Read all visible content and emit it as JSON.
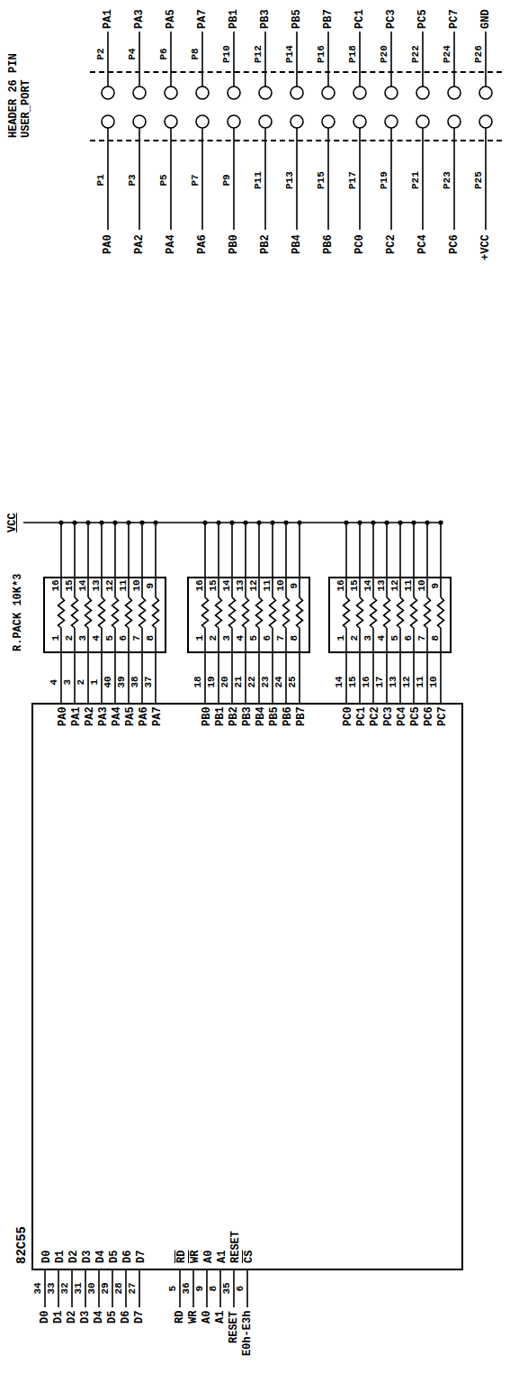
{
  "diagram": {
    "nodes": [
      {
        "text": [
          "82C55",
          "D0",
          "D1",
          "D2",
          "D3",
          "D4",
          "D5",
          "D6",
          "D7",
          "RD",
          "WR",
          "A0",
          "A1",
          "RESET",
          "CS",
          "PA0",
          "PA1",
          "PA2",
          "PA3",
          "PA4",
          "PA5",
          "PA6",
          "PA7",
          "PB0",
          "PB1",
          "PB2",
          "PB3",
          "PB4",
          "PB5",
          "PB6",
          "PB7",
          "PC0",
          "PC1",
          "PC2",
          "PC3",
          "PC4",
          "PC5",
          "PC6",
          "PC7"
        ]
      },
      {
        "text": [
          "R.PACK 10K*3",
          "1",
          "2",
          "3",
          "4",
          "5",
          "6",
          "7",
          "8",
          "16",
          "15",
          "14",
          "13",
          "12",
          "11",
          "10",
          "9"
        ]
      },
      {
        "text": [
          "1",
          "2",
          "3",
          "4",
          "5",
          "6",
          "7",
          "8",
          "16",
          "15",
          "14",
          "13",
          "12",
          "11",
          "10",
          "9"
        ]
      },
      {
        "text": [
          "1",
          "2",
          "3",
          "4",
          "5",
          "6",
          "7",
          "8",
          "16",
          "15",
          "14",
          "13",
          "12",
          "11",
          "10",
          "9"
        ]
      },
      {
        "text": [
          "HEADER 26 PIN USER_PORT"
        ]
      }
    ],
    "edges": [
      {
        "from": 0,
        "to": 1,
        "arrow": "none"
      },
      {
        "from": 0,
        "to": 1,
        "arrow": "none"
      },
      {
        "from": 0,
        "to": 1,
        "arrow": "none"
      },
      {
        "from": 0,
        "to": 1,
        "arrow": "none"
      },
      {
        "from": 0,
        "to": 1,
        "arrow": "none"
      },
      {
        "from": 0,
        "to": 1,
        "arrow": "none"
      },
      {
        "from": 0,
        "to": 1,
        "arrow": "none"
      },
      {
        "from": 0,
        "to": 1,
        "arrow": "none"
      },
      {
        "from": 0,
        "to": 2,
        "arrow": "none"
      },
      {
        "from": 0,
        "to": 2,
        "arrow": "none"
      },
      {
        "from": 0,
        "to": 2,
        "arrow": "none"
      },
      {
        "from": 0,
        "to": 2,
        "arrow": "none"
      },
      {
        "from": 0,
        "to": 2,
        "arrow": "none"
      },
      {
        "from": 0,
        "to": 2,
        "arrow": "none"
      },
      {
        "from": 0,
        "to": 2,
        "arrow": "none"
      },
      {
        "from": 0,
        "to": 2,
        "arrow": "none"
      },
      {
        "from": 0,
        "to": 3,
        "arrow": "none"
      },
      {
        "from": 0,
        "to": 3,
        "arrow": "none"
      },
      {
        "from": 0,
        "to": 3,
        "arrow": "none"
      },
      {
        "from": 0,
        "to": 3,
        "arrow": "none"
      },
      {
        "from": 0,
        "to": 3,
        "arrow": "none"
      },
      {
        "from": 0,
        "to": 3,
        "arrow": "none"
      },
      {
        "from": 0,
        "to": 3,
        "arrow": "none"
      },
      {
        "from": 0,
        "to": 3,
        "arrow": "none"
      }
    ],
    "labels": [
      "D0",
      "D1",
      "D2",
      "D3",
      "D4",
      "D5",
      "D6",
      "D7",
      "RD",
      "WR",
      "A0",
      "A1",
      "RESET",
      "E0h-E3h",
      "34",
      "33",
      "32",
      "31",
      "30",
      "29",
      "28",
      "27",
      "5",
      "36",
      "9",
      "8",
      "35",
      "6",
      "4",
      "3",
      "2",
      "1",
      "40",
      "39",
      "38",
      "37",
      "18",
      "19",
      "20",
      "21",
      "22",
      "23",
      "24",
      "25",
      "14",
      "15",
      "16",
      "17",
      "13",
      "12",
      "11",
      "10",
      "VCC",
      "PA0",
      "P1",
      "P2",
      "PA1",
      "PA2",
      "P3",
      "P4",
      "PA3",
      "PA4",
      "P5",
      "P6",
      "PA5",
      "PA6",
      "P7",
      "P8",
      "PA7",
      "PB0",
      "P9",
      "P10",
      "PB1",
      "PB2",
      "P11",
      "P12",
      "PB3",
      "PB4",
      "P13",
      "P14",
      "PB5",
      "PB6",
      "P15",
      "P16",
      "PB7",
      "PC0",
      "P17",
      "P18",
      "PC1",
      "PC2",
      "P19",
      "P20",
      "PC3",
      "PC4",
      "P21",
      "P22",
      "PC5",
      "PC6",
      "P23",
      "P24",
      "PC7",
      "+VCC",
      "P25",
      "P26",
      "GND"
    ]
  }
}
